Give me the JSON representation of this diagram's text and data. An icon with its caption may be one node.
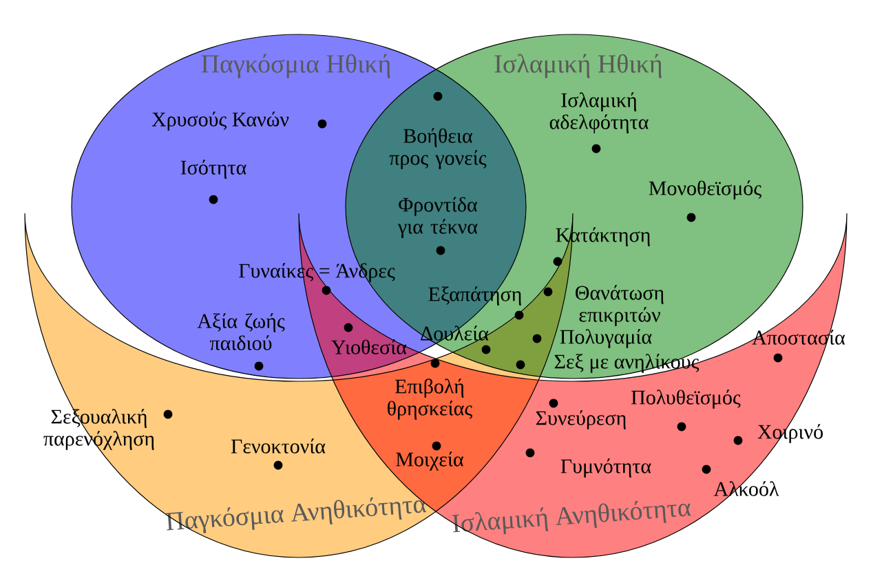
{
  "diagram": {
    "nodes": [
      {
        "text": [
          "Παγκόσμια Ηθική"
        ]
      },
      {
        "text": [
          "Ισλαμική Ηθική"
        ]
      },
      {
        "text": [
          "Παγκόσμια Ανηθικότητα"
        ]
      },
      {
        "text": [
          "Ισλαμική Ανηθικότητα"
        ]
      }
    ],
    "labels": [
      "Χρυσούς Κανών",
      "Βοήθεια προς γονείς",
      "Ισλαμική αδελφότητα",
      "Ισότητα",
      "Μονοθεϊσμός",
      "Φροντίδα για τέκνα",
      "Κατάκτηση",
      "Γυναίκες = Άνδρες",
      "Εξαπάτηση",
      "Θανάτωση επικριτών",
      "Αξία ζωής παιδιού",
      "Δουλεία",
      "Πολυγαμία",
      "Υιοθεσία",
      "Αποστασία",
      "Σεξ με ανηλίκους",
      "Επιβολή θρησκείας",
      "Πολυθεϊσμός",
      "Συνεύρεση",
      "Σεξουαλική παρενόχληση",
      "Χοιρινό",
      "Γενοκτονία",
      "Μοιχεία",
      "Γυμνότητα",
      "Αλκοόλ"
    ]
  }
}
